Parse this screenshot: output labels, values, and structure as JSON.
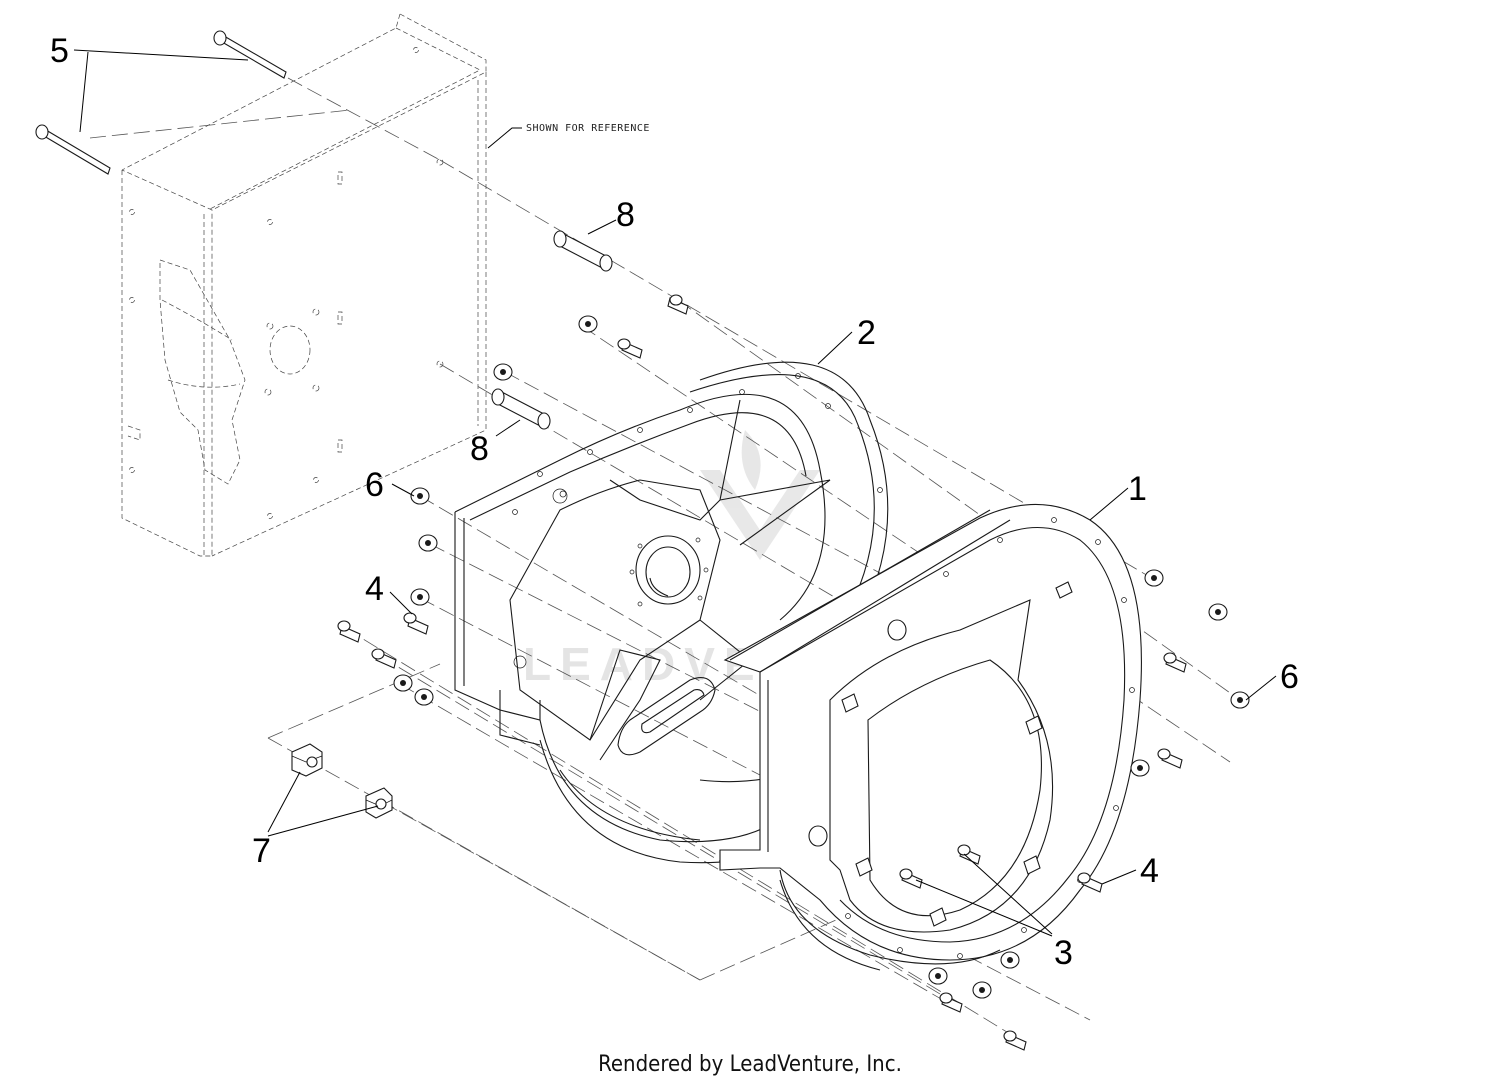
{
  "diagram": {
    "reference_note": "SHOWN FOR REFERENCE",
    "watermark": "LEADVENTURE",
    "callouts": [
      {
        "id": "c5",
        "label": "5"
      },
      {
        "id": "c8a",
        "label": "8"
      },
      {
        "id": "c2",
        "label": "2"
      },
      {
        "id": "c8b",
        "label": "8"
      },
      {
        "id": "c6a",
        "label": "6"
      },
      {
        "id": "c1",
        "label": "1"
      },
      {
        "id": "c4a",
        "label": "4"
      },
      {
        "id": "c6b",
        "label": "6"
      },
      {
        "id": "c7",
        "label": "7"
      },
      {
        "id": "c4b",
        "label": "4"
      },
      {
        "id": "c3",
        "label": "3"
      }
    ]
  },
  "footer": {
    "credit": "Rendered by LeadVenture, Inc."
  },
  "colors": {
    "line": "#1a1a1a",
    "background": "#ffffff",
    "watermark": "#cfcfcf"
  }
}
